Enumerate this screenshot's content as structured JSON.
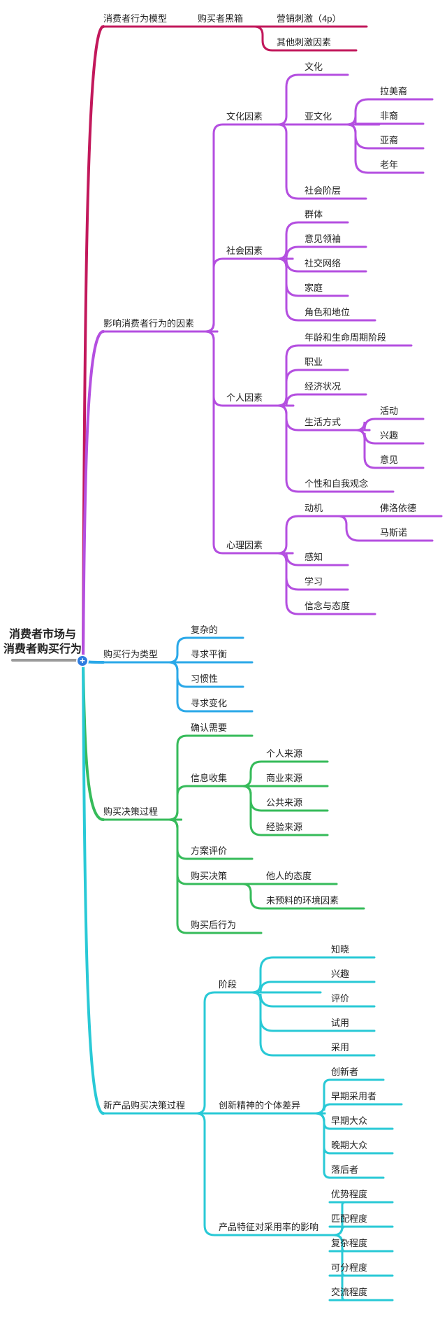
{
  "root": {
    "title_line1": "消费者市场与",
    "title_line2": "消费者购买行为"
  },
  "colors": {
    "branch1": "#c2185b",
    "branch2": "#b44fe0",
    "branch3": "#2aa8e8",
    "branch4": "#36bb5a",
    "branch5": "#29c9d6"
  },
  "icons": {
    "root_toggle": "plus-circle-icon"
  },
  "branches": [
    {
      "label": "消费者行为模型",
      "children": [
        {
          "label": "购买者黑箱",
          "children": [
            {
              "label": "营销刺激（4p）"
            },
            {
              "label": "其他刺激因素"
            }
          ]
        }
      ]
    },
    {
      "label": "影响消费者行为的因素",
      "children": [
        {
          "label": "文化因素",
          "children": [
            {
              "label": "文化"
            },
            {
              "label": "亚文化",
              "children": [
                {
                  "label": "拉美裔"
                },
                {
                  "label": "非裔"
                },
                {
                  "label": "亚裔"
                },
                {
                  "label": "老年"
                }
              ]
            },
            {
              "label": "社会阶层"
            }
          ]
        },
        {
          "label": "社会因素",
          "children": [
            {
              "label": "群体"
            },
            {
              "label": "意见领袖"
            },
            {
              "label": "社交网络"
            },
            {
              "label": "家庭"
            },
            {
              "label": "角色和地位"
            }
          ]
        },
        {
          "label": "个人因素",
          "children": [
            {
              "label": "年龄和生命周期阶段"
            },
            {
              "label": "职业"
            },
            {
              "label": "经济状况"
            },
            {
              "label": "生活方式",
              "children": [
                {
                  "label": "活动"
                },
                {
                  "label": "兴趣"
                },
                {
                  "label": "意见"
                }
              ]
            },
            {
              "label": "个性和自我观念"
            }
          ]
        },
        {
          "label": "心理因素",
          "children": [
            {
              "label": "动机",
              "children": [
                {
                  "label": "佛洛依德"
                },
                {
                  "label": "马斯诺"
                }
              ]
            },
            {
              "label": "感知"
            },
            {
              "label": "学习"
            },
            {
              "label": "信念与态度"
            }
          ]
        }
      ]
    },
    {
      "label": "购买行为类型",
      "children": [
        {
          "label": "复杂的"
        },
        {
          "label": "寻求平衡"
        },
        {
          "label": "习惯性"
        },
        {
          "label": "寻求变化"
        }
      ]
    },
    {
      "label": "购买决策过程",
      "children": [
        {
          "label": "确认需要"
        },
        {
          "label": "信息收集",
          "children": [
            {
              "label": "个人来源"
            },
            {
              "label": "商业来源"
            },
            {
              "label": "公共来源"
            },
            {
              "label": "经验来源"
            }
          ]
        },
        {
          "label": "方案评价"
        },
        {
          "label": "购买决策",
          "children": [
            {
              "label": "他人的态度"
            },
            {
              "label": "未预料的环境因素"
            }
          ]
        },
        {
          "label": "购买后行为"
        }
      ]
    },
    {
      "label": "新产品购买决策过程",
      "children": [
        {
          "label": "阶段",
          "children": [
            {
              "label": "知晓"
            },
            {
              "label": "兴趣"
            },
            {
              "label": "评价"
            },
            {
              "label": "试用"
            },
            {
              "label": "采用"
            }
          ]
        },
        {
          "label": "创新精神的个体差异",
          "children": [
            {
              "label": "创新者"
            },
            {
              "label": "早期采用者"
            },
            {
              "label": "早期大众"
            },
            {
              "label": "晚期大众"
            },
            {
              "label": "落后者"
            }
          ]
        },
        {
          "label": "产品特征对采用率的影响",
          "children": [
            {
              "label": "优势程度"
            },
            {
              "label": "匹配程度"
            },
            {
              "label": "复杂程度"
            },
            {
              "label": "可分程度"
            },
            {
              "label": "交流程度"
            }
          ]
        }
      ]
    }
  ]
}
